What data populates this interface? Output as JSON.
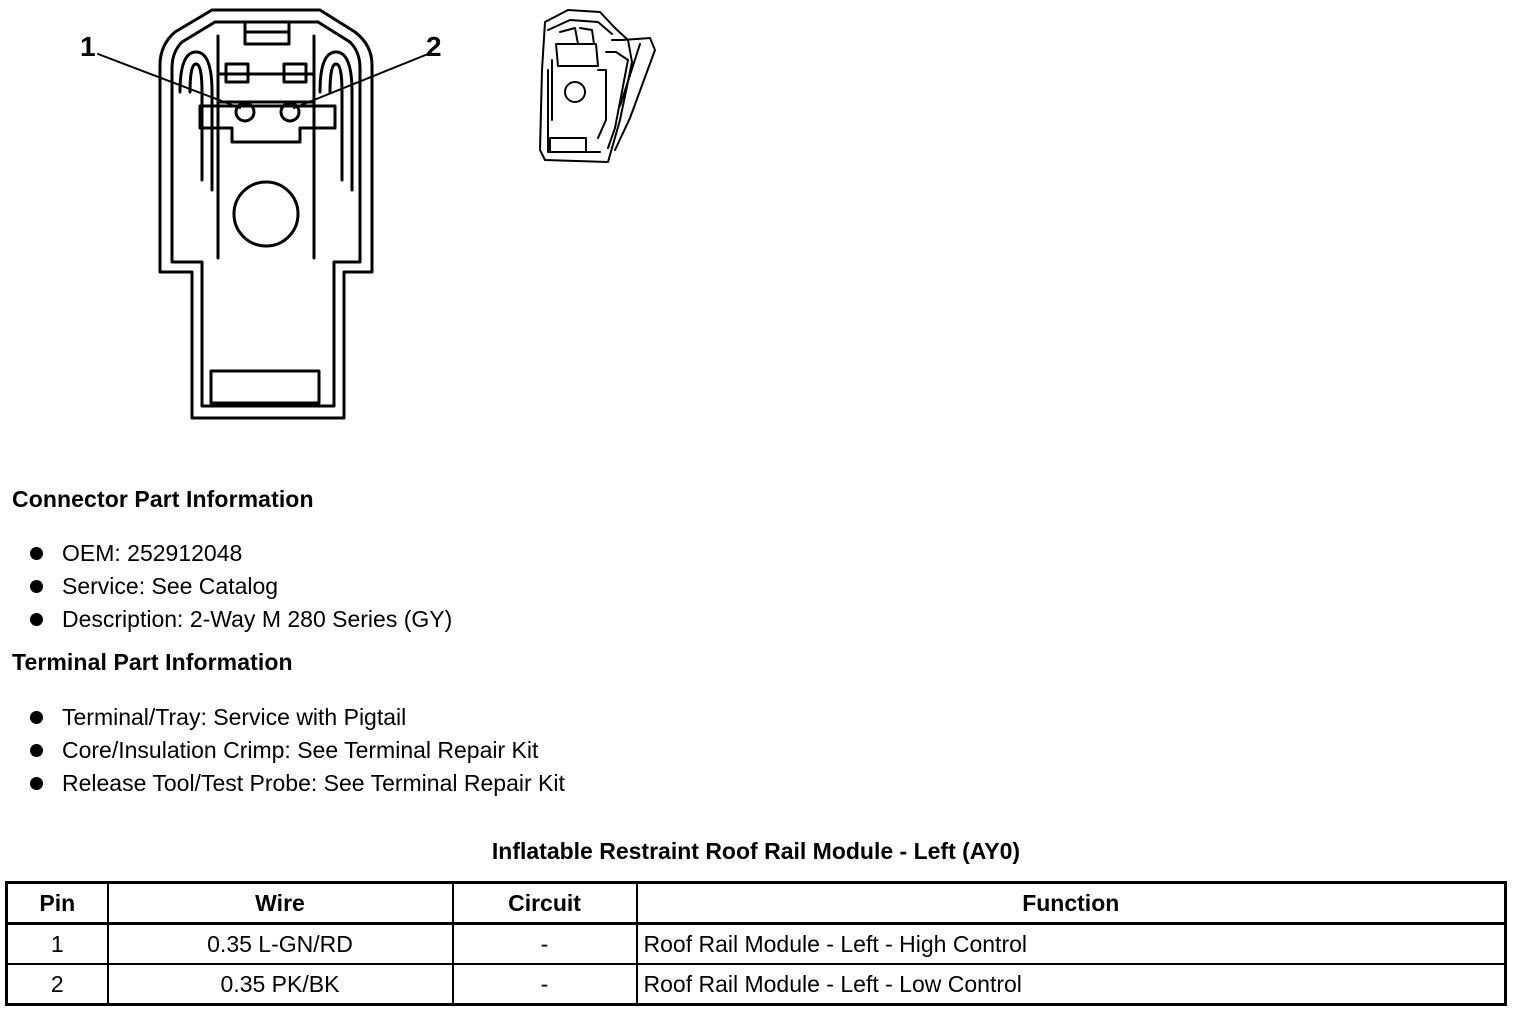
{
  "diagram": {
    "pin_labels": [
      "1",
      "2"
    ]
  },
  "connector_part_information": {
    "heading": "Connector Part Information",
    "items": [
      "OEM: 252912048",
      "Service: See Catalog",
      "Description: 2-Way M 280 Series (GY)"
    ]
  },
  "terminal_part_information": {
    "heading": "Terminal Part Information",
    "items": [
      "Terminal/Tray: Service with Pigtail",
      "Core/Insulation Crimp: See Terminal Repair Kit",
      "Release Tool/Test Probe: See Terminal Repair Kit"
    ]
  },
  "table": {
    "title": "Inflatable Restraint Roof Rail Module - Left (AY0)",
    "headers": [
      "Pin",
      "Wire",
      "Circuit",
      "Function"
    ],
    "rows": [
      [
        "1",
        "0.35 L-GN/RD",
        "-",
        "Roof Rail Module - Left - High Control"
      ],
      [
        "2",
        "0.35 PK/BK",
        "-",
        "Roof Rail Module - Left - Low Control"
      ]
    ]
  }
}
